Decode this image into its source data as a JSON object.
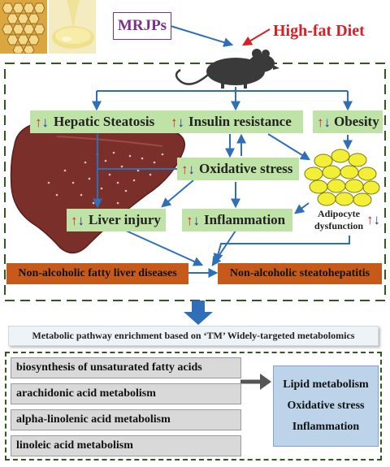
{
  "header": {
    "mrjps": "MRJPs",
    "diet": "High-fat Diet"
  },
  "effects": {
    "hepatic": "Hepatic Steatosis",
    "insulin": "Insulin resistance",
    "obesity": "Obesity",
    "oxidative": "Oxidative stress",
    "liver_injury": "Liver injury",
    "inflammation": "Inflammation",
    "adipocyte": "Adipocyte",
    "adipocyte2": "dysfunction"
  },
  "diseases": {
    "nafld": "Non-alcoholic fatty liver diseases",
    "nash": "Non-alcoholic steatohepatitis"
  },
  "metabolomics": {
    "title": "Metabolic pathway enrichment based on ‘TM’ Widely-targeted metabolomics",
    "pathways": [
      "biosynthesis of unsaturated fatty acids",
      "arachidonic acid metabolism",
      "alpha-linolenic acid metabolism",
      "linoleic acid metabolism"
    ],
    "outcomes": [
      "Lipid metabolism",
      "Oxidative stress",
      "Inflammation"
    ]
  },
  "glyphs": {
    "up": "↑",
    "down": "↓"
  },
  "colors": {
    "label_green": "#bfe3a6",
    "disease_orange": "#c65a1a",
    "arrow_blue": "#2f6fb8",
    "diet_red": "#d81f26",
    "mrjps_purple": "#7b2f8f",
    "dashed_green": "#2e5a1e",
    "outcome_blue": "#bcd3ea",
    "pathway_gray": "#d9d9d9"
  }
}
